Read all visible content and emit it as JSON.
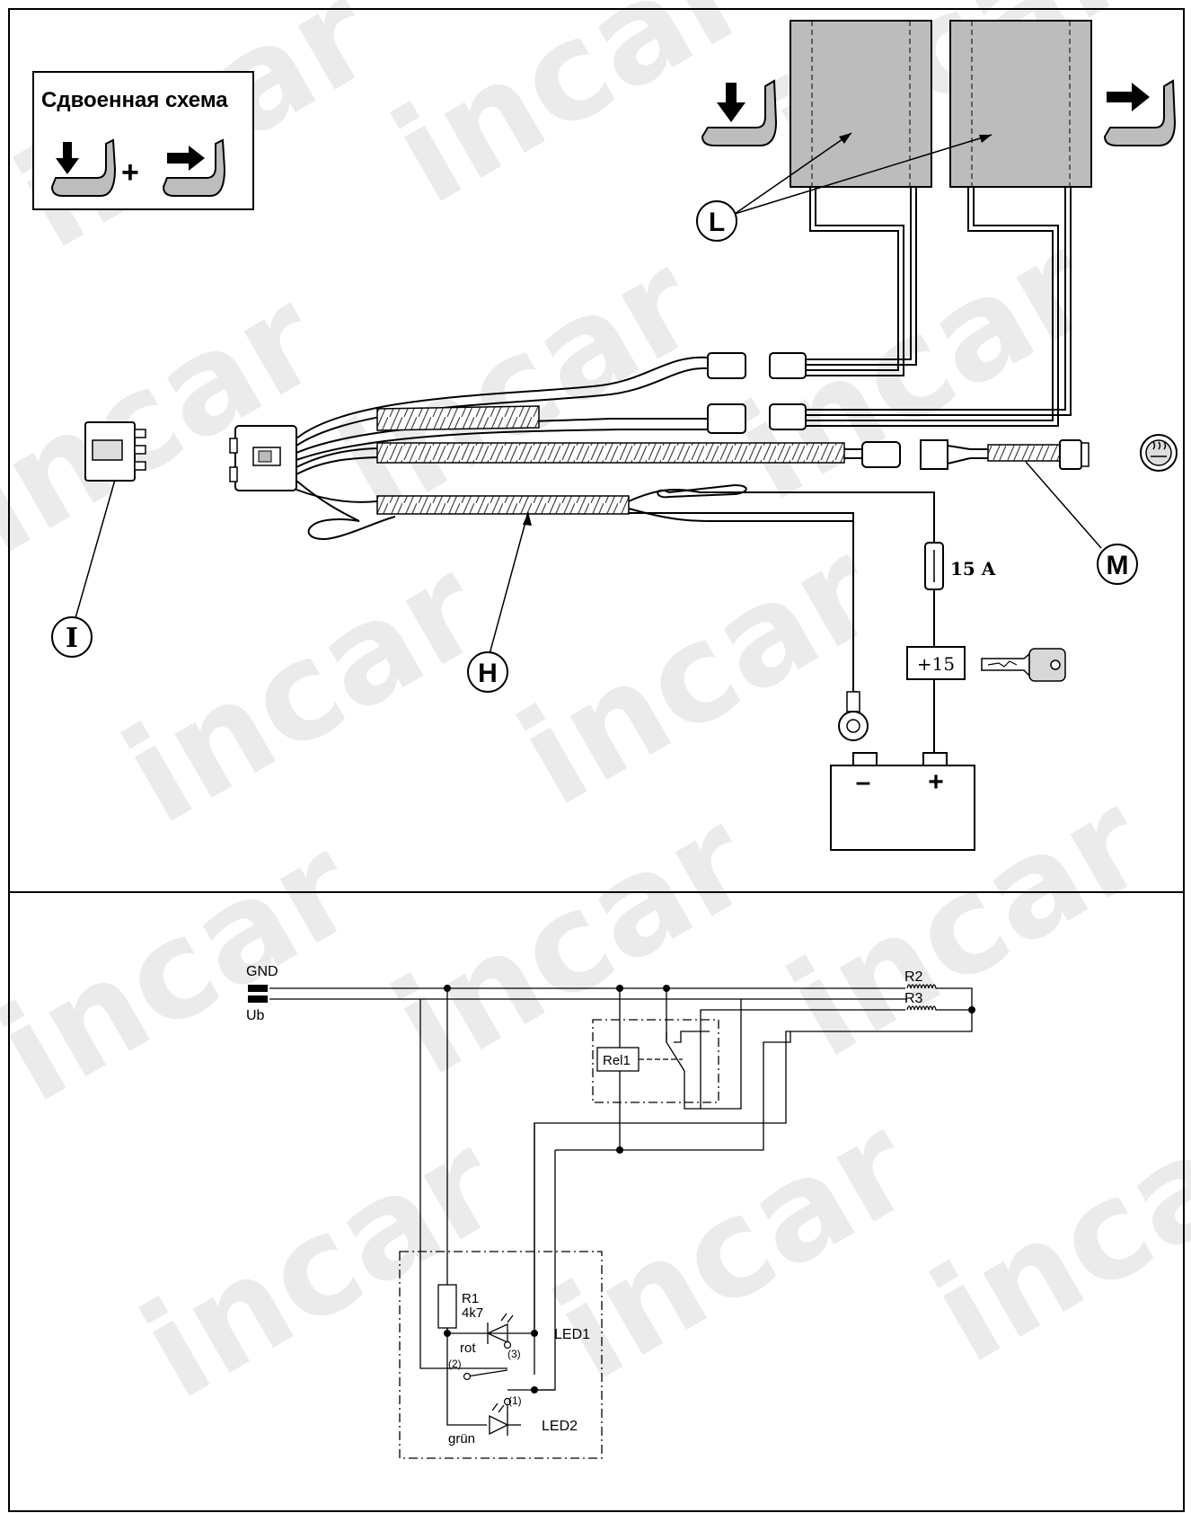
{
  "wiring": {
    "legend_title": "Сдвоенная схема",
    "legend_plus": "+",
    "callouts": {
      "L": "L",
      "M": "M",
      "I": "I",
      "H": "H"
    },
    "fuse_label": "15 A",
    "ignition_label": "+15",
    "battery_minus": "–",
    "battery_plus": "+"
  },
  "schematic": {
    "gnd": "GND",
    "ub": "Ub",
    "r2": "R2",
    "r3": "R3",
    "relay": "Rel1",
    "r1_name": "R1",
    "r1_value": "4k7",
    "led1_color": "rot",
    "led1_name": "LED1",
    "led2_color": "grün",
    "led2_name": "LED2",
    "pin1": "(1)",
    "pin2": "(2)",
    "pin3": "(3)"
  },
  "watermark": {
    "text": "incar"
  }
}
